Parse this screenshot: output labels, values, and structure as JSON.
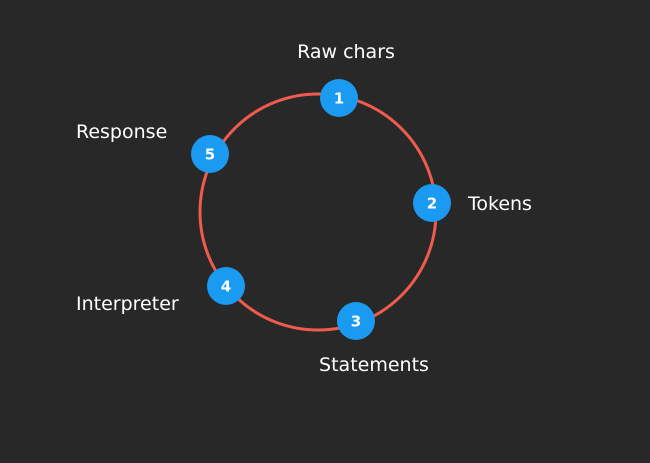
{
  "colors": {
    "background": "#282828",
    "ring": "#ef5b4c",
    "badge": "#1a9af0",
    "text": "#ffffff"
  },
  "stages": [
    {
      "number": "1",
      "label": "Raw chars"
    },
    {
      "number": "2",
      "label": "Tokens"
    },
    {
      "number": "3",
      "label": "Statements"
    },
    {
      "number": "4",
      "label": "Interpreter"
    },
    {
      "number": "5",
      "label": "Response"
    }
  ]
}
